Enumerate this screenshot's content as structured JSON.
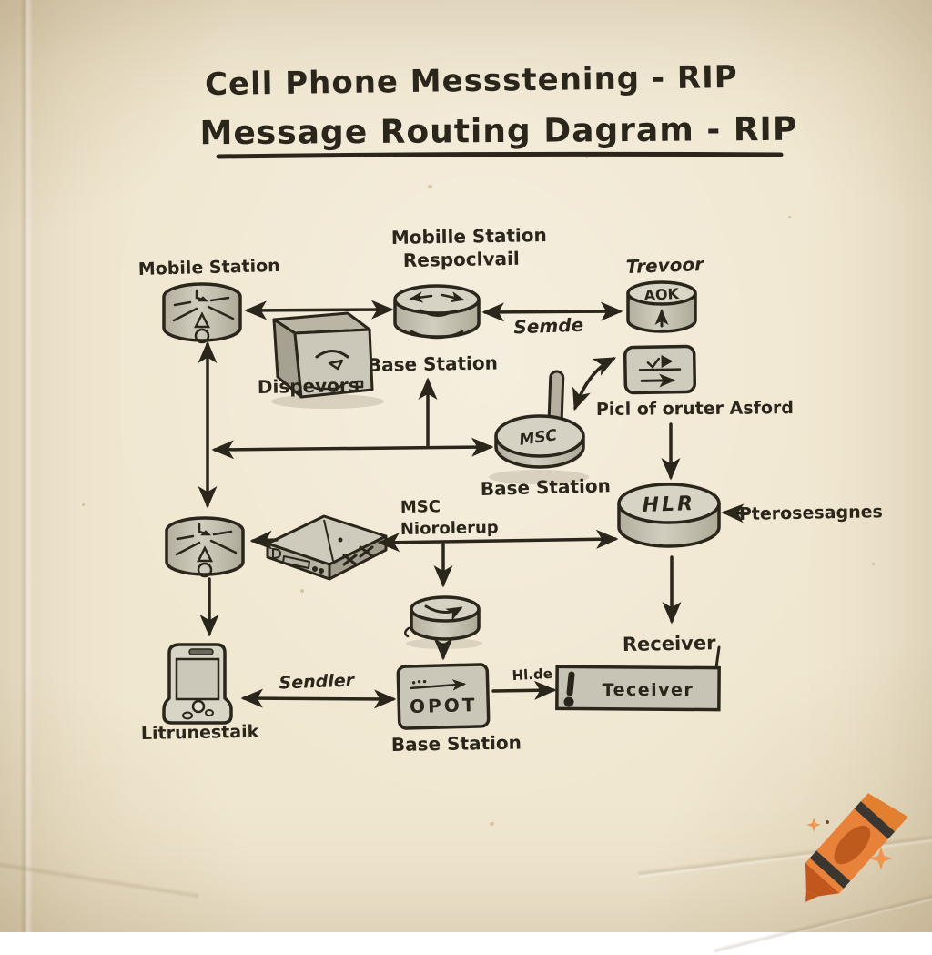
{
  "title": {
    "line1": "Cell Phone Messstening - RIP",
    "line2": "Message Routing Dagram - RIP"
  },
  "diagram": {
    "nodes": {
      "mobile_station_top": {
        "label": "Mobile Station"
      },
      "central_router": {
        "label_line1": "Mobille Station",
        "label_line2": "Respoclvail",
        "caption": "Base Station"
      },
      "trevoor_db": {
        "label": "Trevoor",
        "face_text": "AOK"
      },
      "dispevors_box": {
        "label": "Dispevors"
      },
      "ports_box": {
        "caption": "Picl of oruter Asford"
      },
      "msc_dome": {
        "face_text": "MSC",
        "caption": "Base Station"
      },
      "hlr_db": {
        "face_text": "HLR",
        "side_note": "Pterosesagnes"
      },
      "link_label": {
        "line1": "MSC",
        "line2": "Niorolerup"
      },
      "receiver_label": "Receiver",
      "teceiver_box": {
        "label": "Teceiver"
      },
      "opot_box": {
        "face_text": "OPOT",
        "caption": "Base Station"
      },
      "phone": {
        "label": "Litrunestaik"
      }
    },
    "edge_labels": {
      "semde": "Semde",
      "sendler": "Sendler",
      "hlde": "Hl.de"
    }
  },
  "icons": [
    "crayon-icon",
    "sparkle-icon",
    "antenna-icon",
    "exclamation-icon",
    "phone-icon",
    "router-icon",
    "database-cylinder-icon"
  ],
  "colors": {
    "paper": "#f0e7d0",
    "ink": "#2b261c",
    "node_fill": "#cdc9ba",
    "crayon_orange": "#e8823a",
    "crayon_deep": "#bf5a1f",
    "crayon_stripe": "#3c3631",
    "sparkle": "#ef9550"
  }
}
